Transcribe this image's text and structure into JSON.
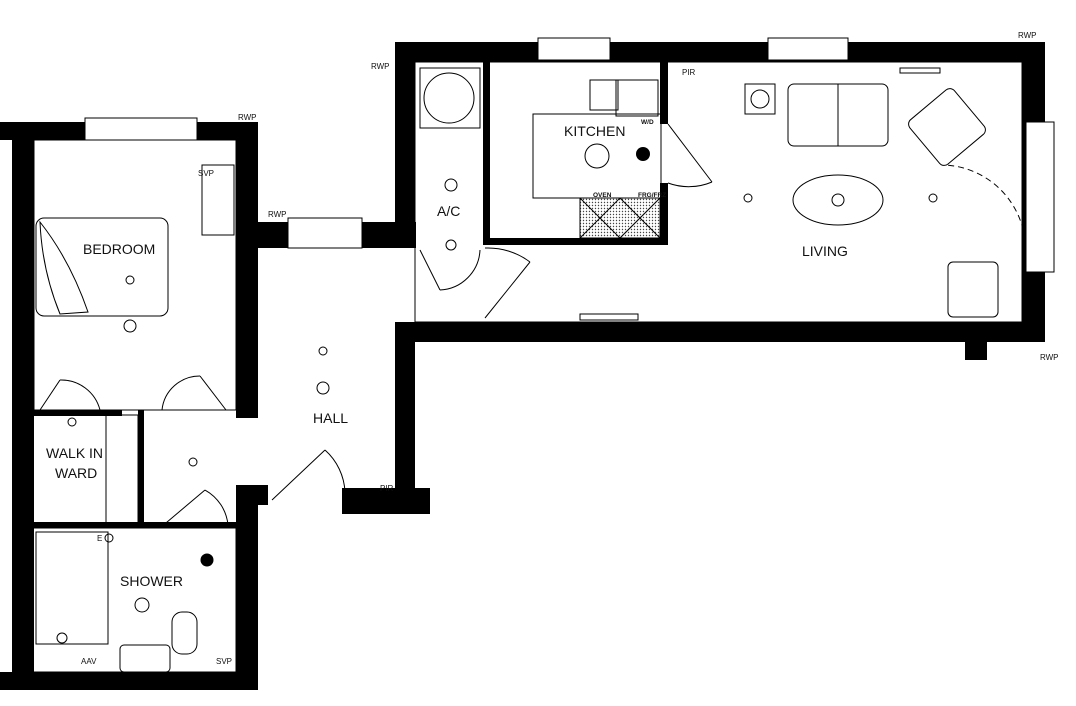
{
  "rooms": {
    "bedroom": "BEDROOM",
    "walk_in_ward_line1": "WALK IN",
    "walk_in_ward_line2": "WARD",
    "shower": "SHOWER",
    "hall": "HALL",
    "kitchen": "KITCHEN",
    "ac": "A/C",
    "living": "LIVING"
  },
  "annotations": {
    "rwp": "RWP",
    "svp": "SVP",
    "pir": "PIR",
    "wd": "W/D",
    "oven": "OVEN",
    "frg_frz": "FRG/FRZ",
    "aav": "AAV",
    "e": "E"
  },
  "colors": {
    "wall": "#000000",
    "background": "#ffffff"
  }
}
